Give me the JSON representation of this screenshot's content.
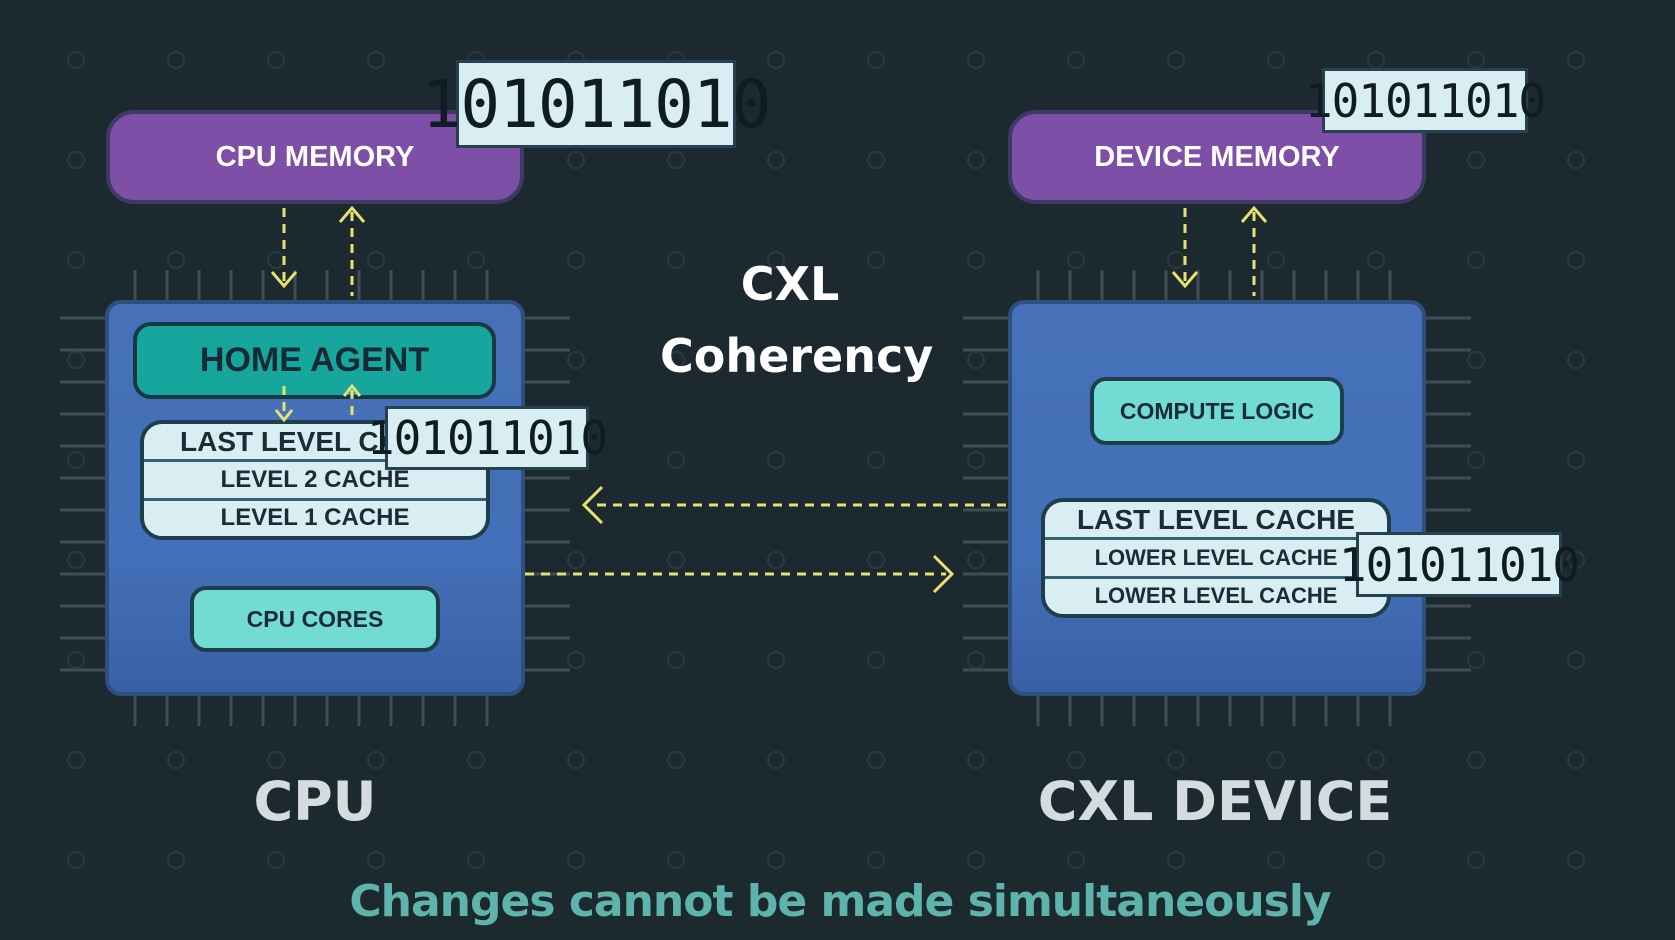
{
  "cpu": {
    "memory_label": "CPU MEMORY",
    "memory_bits": "101011010",
    "home_agent_label": "HOME AGENT",
    "caches": [
      "LAST LEVEL CA",
      "LEVEL 2 CACHE",
      "LEVEL 1 CACHE"
    ],
    "cache_bits": "101011010",
    "cores_label": "CPU CORES",
    "title": "CPU"
  },
  "device": {
    "memory_label": "DEVICE MEMORY",
    "memory_bits": "101011010",
    "compute_label": "COMPUTE LOGIC",
    "caches": [
      "LAST LEVEL CACHE",
      "LOWER LEVEL CACHE",
      "LOWER LEVEL CACHE"
    ],
    "cache_bits": "101011010",
    "title": "CXL DEVICE"
  },
  "center": {
    "line1": "CXL",
    "line2": "Coherency"
  },
  "caption": "Changes cannot be made simultaneously",
  "colors": {
    "background": "#1c2a30",
    "chip": "#4370b8",
    "memory": "#7d4fa6",
    "accent_teal": "#72dcd4",
    "arrow": "#e8e070",
    "caption": "#5fb3ad"
  }
}
